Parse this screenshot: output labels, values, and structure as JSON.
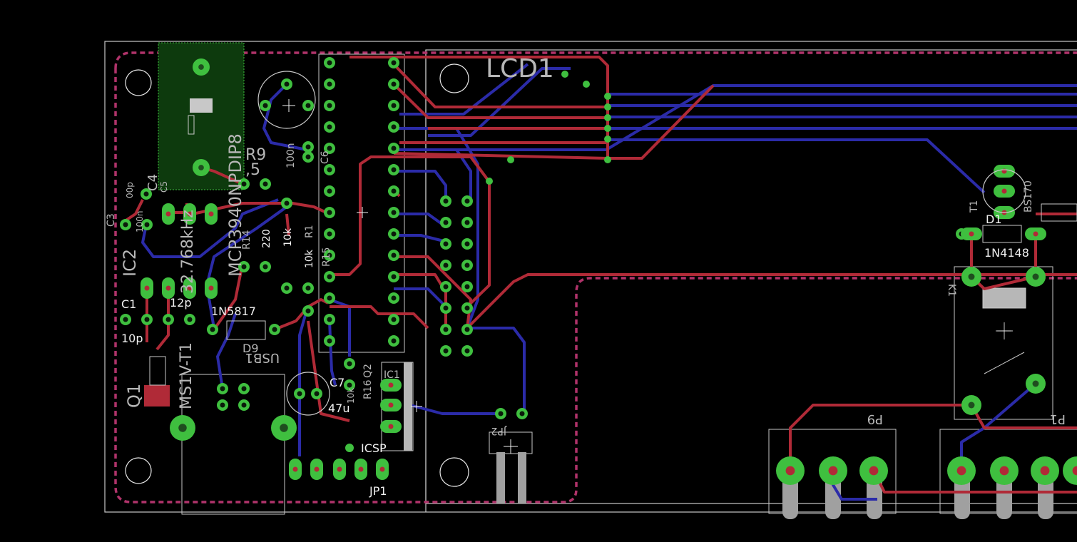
{
  "colors": {
    "background": "#000000",
    "top_copper": "#b02a37",
    "bottom_copper": "#2b2ba8",
    "pad": "#3fbf3f",
    "outline": "#c8c8c8",
    "keepout": "#b0336a"
  },
  "labels": {
    "lcd1": "LCD1",
    "ic2": "IC2",
    "ic2_value": "MCP3940NPDIP8",
    "r9": "R9",
    "r9_value": ",5",
    "c6": "C6",
    "c6_value": "100n",
    "c3": "C3",
    "c4": "C4",
    "c4_value": "00p",
    "c5": "C5",
    "c3_value": "100n",
    "crystal": "32.768kHz",
    "r14": "R14",
    "r14_value": "220",
    "r15": "R15",
    "r15_value": "10k",
    "r_unk": "10k",
    "r_unk2": "R1",
    "c1": "C1",
    "c1_value": "10p",
    "c2_value": "12p",
    "d9": "D9",
    "d9_value": "1N5817",
    "q1": "Q1",
    "q1_value": "MS1V-T1",
    "usb1": "USB1",
    "c7": "C7",
    "c7_value": "47u",
    "r16": "R16",
    "q2": "Q2",
    "r_extra": "10k",
    "ic1": "IC1",
    "icsp": "ICSP",
    "jp1": "JP1",
    "jp2": "JP2",
    "t1": "T1",
    "t1_value": "BS170",
    "d1": "D1",
    "d1_value": "1N4148",
    "k1": "K1",
    "p9": "P9",
    "p1": "P1"
  }
}
